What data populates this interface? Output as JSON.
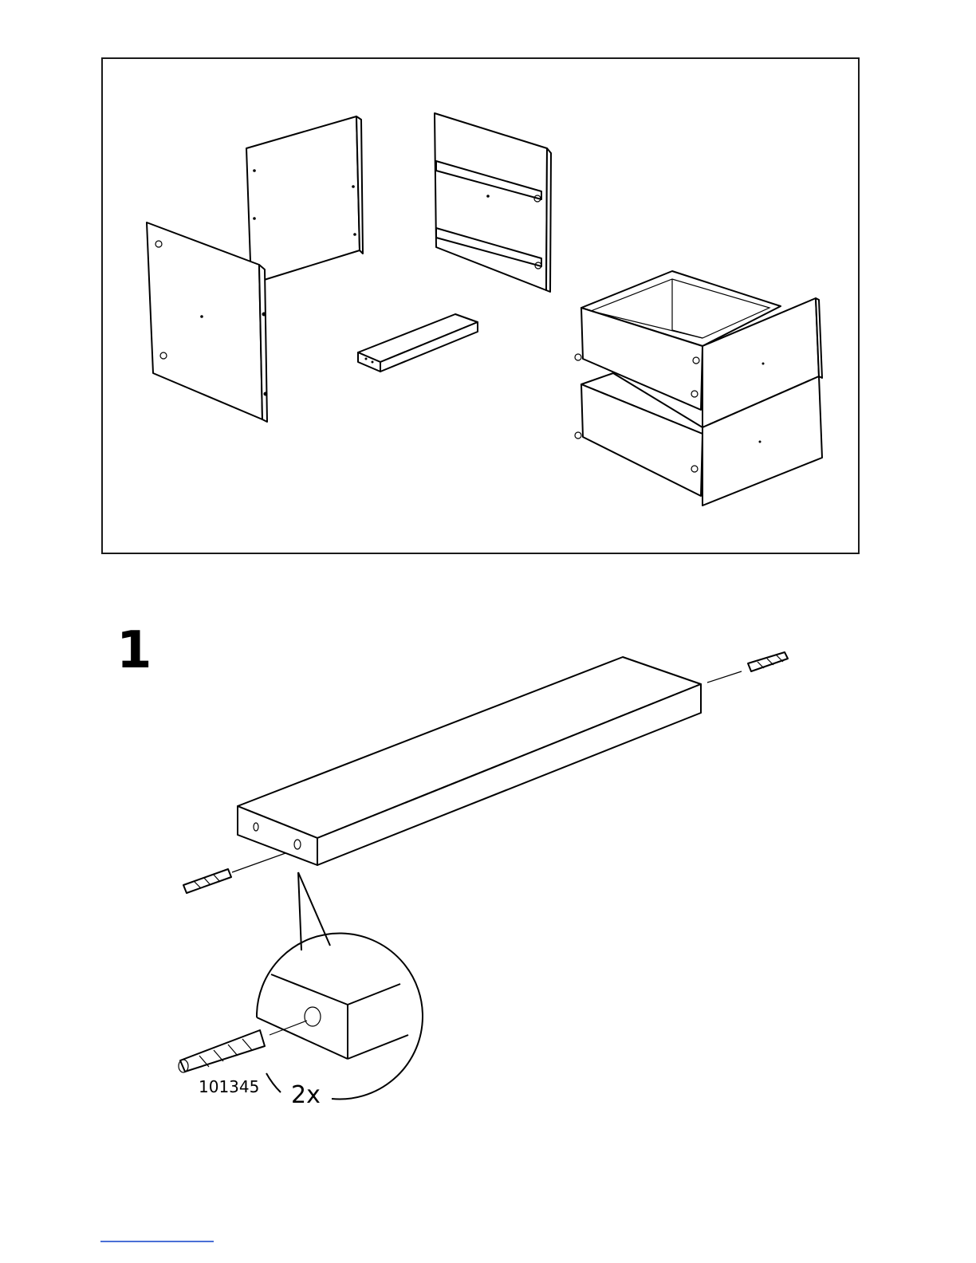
{
  "step": {
    "number": "1"
  },
  "callout": {
    "part_number": "101345",
    "quantity": "2x"
  },
  "icons": [
    "side-panel",
    "drawer-rail-panel",
    "plinth-board",
    "drawer-stack",
    "wooden-dowel",
    "magnifier-callout"
  ]
}
